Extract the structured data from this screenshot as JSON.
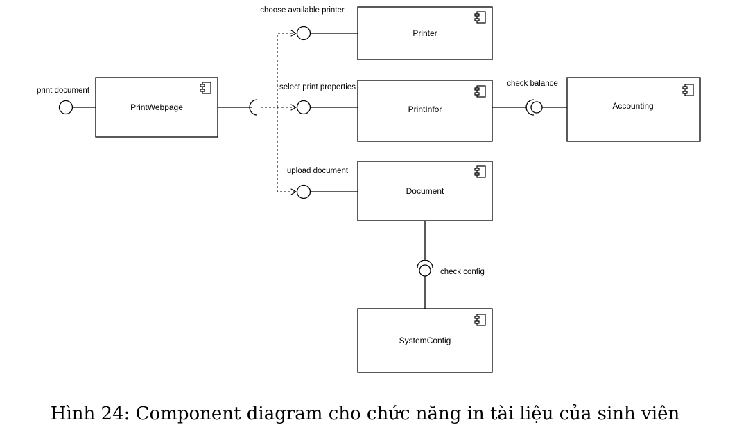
{
  "components": {
    "printer": "Printer",
    "printwebpage": "PrintWebpage",
    "printinfor": "PrintInfor",
    "accounting": "Accounting",
    "document": "Document",
    "systemconfig": "SystemConfig"
  },
  "interfaces": {
    "choose_available_printer": "choose available printer",
    "print_document": "print document",
    "select_print_properties": "select print properties",
    "check_balance": "check balance",
    "upload_document": "upload document",
    "check_config": "check config"
  },
  "icons": {
    "component": "component-icon",
    "provided_interface": "lollipop-icon",
    "required_interface": "socket-icon"
  },
  "caption": "Hình 24: Component diagram cho chức năng in tài liệu của sinh viên"
}
